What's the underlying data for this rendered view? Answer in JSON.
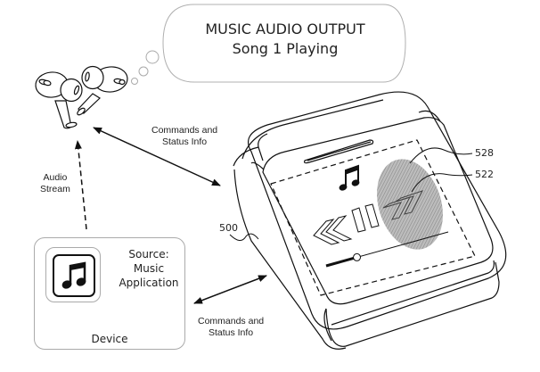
{
  "thought_bubble": {
    "title": "MUSIC AUDIO OUTPUT",
    "subtitle": "Song 1 Playing"
  },
  "arrows": {
    "earbuds_to_remote": {
      "line1": "Commands and",
      "line2": "Status Info",
      "style": "solid",
      "direction": "bidirectional"
    },
    "device_to_remote": {
      "line1": "Commands and",
      "line2": "Status Info",
      "style": "solid",
      "direction": "bidirectional"
    },
    "device_to_earbuds": {
      "line1": "Audio",
      "line2": "Stream",
      "style": "dashed",
      "direction": "to-earbuds"
    }
  },
  "source_device": {
    "app_icon": "music-note-icon",
    "source_line1": "Source: Music",
    "source_line2": "Application",
    "label": "Device"
  },
  "remote_device": {
    "reference": "500",
    "screen_icons": [
      "music-note-icon",
      "rewind-icon",
      "pause-icon",
      "fast-forward-icon"
    ],
    "touch_reference": "528",
    "button_reference": "522",
    "progress": 0.12,
    "touch_target": "fast-forward-icon"
  },
  "earbuds": {
    "icon": "earbuds-icon"
  },
  "colors": {
    "line": "#111111",
    "light_line": "#9a9a9a",
    "touch_fill": "#a8a8a8",
    "text": "#222222"
  }
}
